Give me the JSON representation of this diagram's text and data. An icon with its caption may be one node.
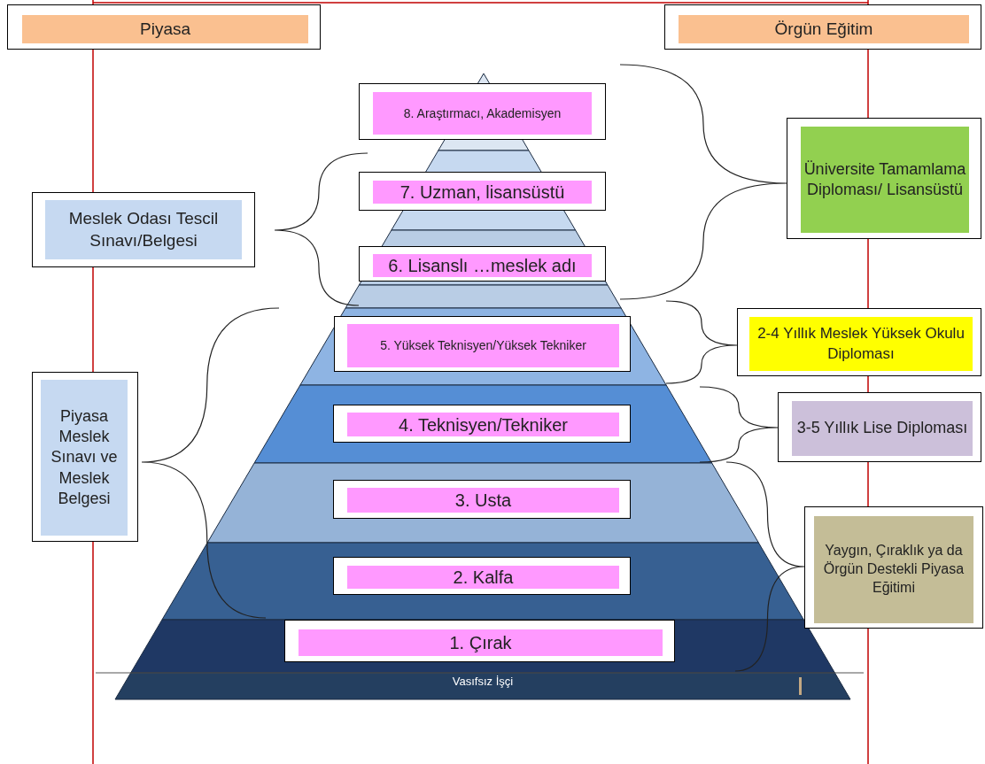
{
  "diagram": {
    "nodes": [
      {
        "text": [
          "Piyasa"
        ]
      },
      {
        "text": [
          "Örgün Eğitim"
        ]
      },
      {
        "text": [
          "8. Araştırmacı, Akademisyen"
        ]
      },
      {
        "text": [
          "7. Uzman, lisansüstü"
        ]
      },
      {
        "text": [
          "6. Lisanslı …meslek adı"
        ]
      },
      {
        "text": [
          "5. Yüksek Teknisyen/Yüksek Tekniker"
        ]
      },
      {
        "text": [
          "4. Teknisyen/Tekniker"
        ]
      },
      {
        "text": [
          "3. Usta"
        ]
      },
      {
        "text": [
          "2. Kalfa"
        ]
      },
      {
        "text": [
          "1. Çırak"
        ]
      },
      {
        "text": [
          "Meslek Odası Tescil Sınavı/Belgesi"
        ]
      },
      {
        "text": [
          "Piyasa Meslek Sınavı ve Meslek Belgesi"
        ]
      },
      {
        "text": [
          "Üniversite Tamamlama Diploması/ Lisansüstü"
        ]
      },
      {
        "text": [
          "2-4 Yıllık Meslek Yüksek Okulu Diploması"
        ]
      },
      {
        "text": [
          "3-5 Yıllık Lise Diploması"
        ]
      },
      {
        "text": [
          "Yaygın, Çıraklık ya da Örgün Destekli Piyasa Eğitimi"
        ]
      }
    ],
    "labels": [
      "Vasıfsız İşçi"
    ]
  }
}
